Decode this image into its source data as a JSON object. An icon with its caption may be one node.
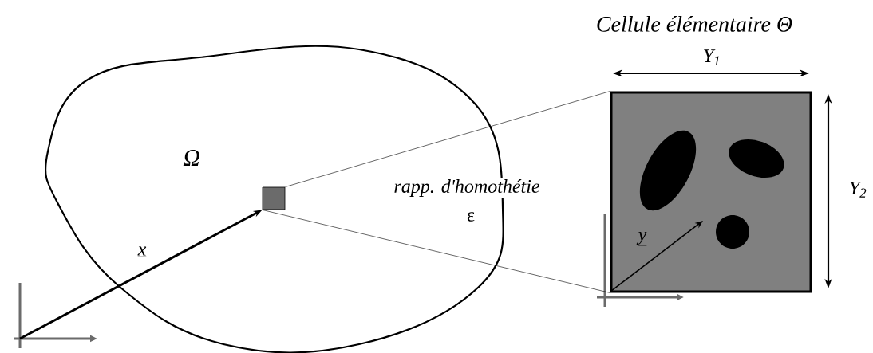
{
  "diagram": {
    "nodes": [
      {
        "text": [
          "Ω"
        ]
      },
      {
        "text": [],
        "shape": "box",
        "in": 0
      },
      {
        "text": [
          "Cellule élémentaire Θ"
        ]
      }
    ],
    "edges": [
      {
        "from": null,
        "to": 1,
        "arrow": "to",
        "label": "x",
        "style": "thick"
      },
      {
        "from": 1,
        "to": 2,
        "arrow": "none"
      },
      {
        "from": 1,
        "to": 2,
        "arrow": "none"
      }
    ],
    "labels": [
      "Y$_{1}$",
      "Y$_{2}$",
      "rapp. d'homothétie",
      "ε",
      "y"
    ]
  }
}
